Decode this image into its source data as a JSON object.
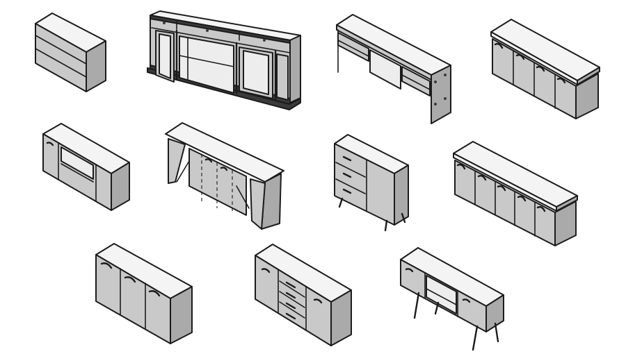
{
  "palette": {
    "background": "#ffffff",
    "outline": "#1b1b1b",
    "top_surface": "#f4f4f4",
    "front_surface": "#c9c9c9",
    "side_surface": "#aaaaaa"
  },
  "items": [
    {
      "id": "chest-of-drawers"
    },
    {
      "id": "classic-tv-console"
    },
    {
      "id": "open-frame-sideboard"
    },
    {
      "id": "four-door-sideboard"
    },
    {
      "id": "media-cabinet-with-niche"
    },
    {
      "id": "curved-leg-sideboard"
    },
    {
      "id": "three-drawer-cabinet-on-legs"
    },
    {
      "id": "five-door-sideboard"
    },
    {
      "id": "three-door-cabinet"
    },
    {
      "id": "sideboard-with-central-drawers"
    },
    {
      "id": "tv-stand-on-tapered-legs"
    }
  ]
}
